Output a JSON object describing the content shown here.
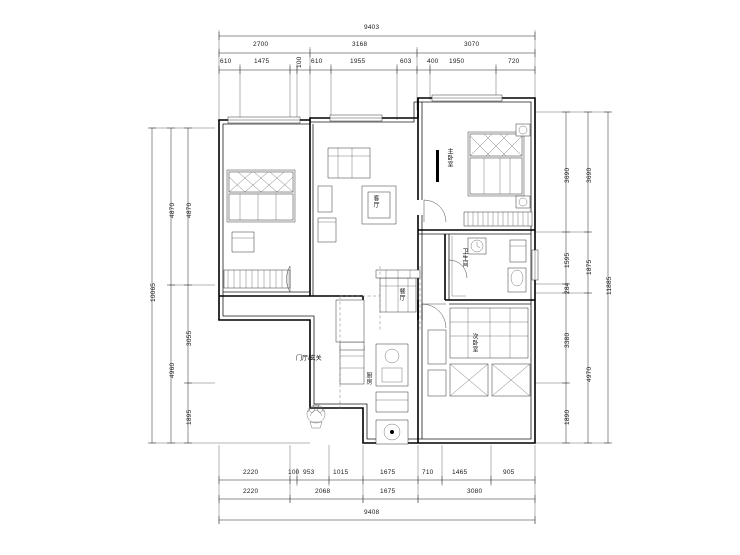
{
  "drawing": {
    "type": "architectural-floor-plan",
    "title_overall_top": "9403",
    "title_overall_bottom": "9408"
  },
  "dimensions": {
    "top_row1": [
      "9403"
    ],
    "top_row2": [
      "2700",
      "3168",
      "3070"
    ],
    "top_row3": [
      "610",
      "1475",
      "100",
      "610",
      "1955",
      "603",
      "400",
      "1950",
      "720"
    ],
    "bottom_row1": [
      "2220",
      "100",
      "953",
      "1015",
      "1675",
      "710",
      "1465",
      "905"
    ],
    "bottom_row2": [
      "2220",
      "2068",
      "1675",
      "3080"
    ],
    "bottom_row3": [
      "9408"
    ],
    "left_inner": [
      "4870",
      "3055",
      "1895"
    ],
    "left_mid": [
      "4870",
      "4960"
    ],
    "left_outer": [
      "10065"
    ],
    "right_inner": [
      "3690",
      "1595",
      "284",
      "3380",
      "1890"
    ],
    "right_mid": [
      "3690",
      "1875",
      "4970"
    ],
    "right_outer": [
      "11885"
    ]
  },
  "rooms": [
    {
      "name": "客厅",
      "id": "living-room"
    },
    {
      "name": "主卧室",
      "id": "master-bedroom"
    },
    {
      "name": "卫生间",
      "id": "bathroom"
    },
    {
      "name": "次卧室",
      "id": "second-bedroom"
    },
    {
      "name": "餐厅",
      "id": "dining-room"
    },
    {
      "name": "门厅/玄关",
      "id": "entry-hall"
    },
    {
      "name": "厨房",
      "id": "kitchen"
    }
  ],
  "colors": {
    "line": "#1a1a1a",
    "hairline": "#555555",
    "fill_light": "#f4f4f4",
    "fill_gray": "#e8e8e8",
    "background": "#ffffff"
  }
}
